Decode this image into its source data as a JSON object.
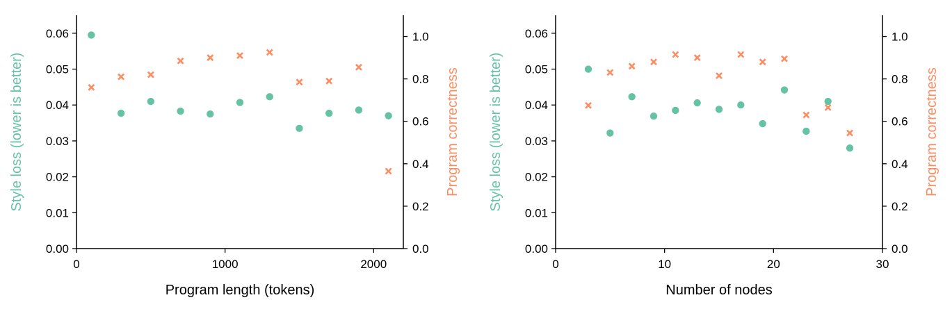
{
  "colors": {
    "style": "#66c2a5",
    "correctness": "#fc8d62",
    "axis": "#000000"
  },
  "chart_data": [
    {
      "type": "scatter",
      "xlabel": "Program length (tokens)",
      "ylabel_left": "Style loss (lower is better)",
      "ylabel_right": "Program correctness",
      "xlim": [
        0,
        2200
      ],
      "ylim_left": [
        0,
        0.065
      ],
      "ylim_right": [
        0,
        1.1
      ],
      "x_ticks": [
        0,
        1000,
        2000
      ],
      "y_ticks_left": [
        0.0,
        0.01,
        0.02,
        0.03,
        0.04,
        0.05,
        0.06
      ],
      "y_ticks_right": [
        0.0,
        0.2,
        0.4,
        0.6,
        0.8,
        1.0
      ],
      "x_tick_labels": [
        "0",
        "1000",
        "2000"
      ],
      "y_tick_labels_left": [
        "0.00",
        "0.01",
        "0.02",
        "0.03",
        "0.04",
        "0.05",
        "0.06"
      ],
      "y_tick_labels_right": [
        "0.0",
        "0.2",
        "0.4",
        "0.6",
        "0.8",
        "1.0"
      ],
      "series": [
        {
          "axis": "left",
          "marker": "circle",
          "points": [
            [
              100,
              0.0595
            ],
            [
              300,
              0.0377
            ],
            [
              500,
              0.041
            ],
            [
              700,
              0.0383
            ],
            [
              900,
              0.0375
            ],
            [
              1100,
              0.0407
            ],
            [
              1300,
              0.0423
            ],
            [
              1500,
              0.0335
            ],
            [
              1700,
              0.0377
            ],
            [
              1900,
              0.0386
            ],
            [
              2100,
              0.037
            ]
          ]
        },
        {
          "axis": "right",
          "marker": "x",
          "points": [
            [
              100,
              0.76
            ],
            [
              300,
              0.81
            ],
            [
              500,
              0.82
            ],
            [
              700,
              0.885
            ],
            [
              900,
              0.9
            ],
            [
              1100,
              0.91
            ],
            [
              1300,
              0.925
            ],
            [
              1500,
              0.785
            ],
            [
              1700,
              0.79
            ],
            [
              1900,
              0.855
            ],
            [
              2100,
              0.365
            ]
          ]
        }
      ]
    },
    {
      "type": "scatter",
      "xlabel": "Number of nodes",
      "ylabel_left": "Style loss (lower is better)",
      "ylabel_right": "Program correctness",
      "xlim": [
        0,
        30
      ],
      "ylim_left": [
        0,
        0.065
      ],
      "ylim_right": [
        0,
        1.1
      ],
      "x_ticks": [
        0,
        10,
        20,
        30
      ],
      "y_ticks_left": [
        0.0,
        0.01,
        0.02,
        0.03,
        0.04,
        0.05,
        0.06
      ],
      "y_ticks_right": [
        0.0,
        0.2,
        0.4,
        0.6,
        0.8,
        1.0
      ],
      "x_tick_labels": [
        "0",
        "10",
        "20",
        "30"
      ],
      "y_tick_labels_left": [
        "0.00",
        "0.01",
        "0.02",
        "0.03",
        "0.04",
        "0.05",
        "0.06"
      ],
      "y_tick_labels_right": [
        "0.0",
        "0.2",
        "0.4",
        "0.6",
        "0.8",
        "1.0"
      ],
      "series": [
        {
          "axis": "left",
          "marker": "circle",
          "points": [
            [
              3,
              0.05
            ],
            [
              5,
              0.0322
            ],
            [
              7,
              0.0423
            ],
            [
              9,
              0.0369
            ],
            [
              11,
              0.0385
            ],
            [
              13,
              0.0406
            ],
            [
              15,
              0.0388
            ],
            [
              17,
              0.04
            ],
            [
              19,
              0.0348
            ],
            [
              21,
              0.0442
            ],
            [
              23,
              0.0327
            ],
            [
              25,
              0.041
            ],
            [
              27,
              0.028
            ]
          ]
        },
        {
          "axis": "right",
          "marker": "x",
          "points": [
            [
              3,
              0.675
            ],
            [
              5,
              0.83
            ],
            [
              7,
              0.86
            ],
            [
              9,
              0.88
            ],
            [
              11,
              0.915
            ],
            [
              13,
              0.9
            ],
            [
              15,
              0.815
            ],
            [
              17,
              0.915
            ],
            [
              19,
              0.88
            ],
            [
              21,
              0.895
            ],
            [
              23,
              0.63
            ],
            [
              25,
              0.665
            ],
            [
              27,
              0.545
            ]
          ]
        }
      ]
    }
  ]
}
